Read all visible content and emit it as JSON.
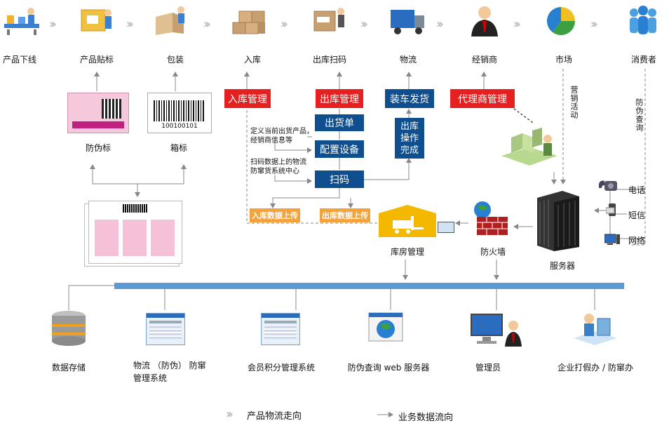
{
  "flow_steps": [
    {
      "label": "产品下线",
      "icon": "assembly-line-icon"
    },
    {
      "label": "产品贴标",
      "icon": "labeling-icon"
    },
    {
      "label": "包装",
      "icon": "packing-icon"
    },
    {
      "label": "入库",
      "icon": "warehouse-boxes-icon"
    },
    {
      "label": "出库扫码",
      "icon": "scan-box-icon"
    },
    {
      "label": "物流",
      "icon": "truck-icon"
    },
    {
      "label": "经销商",
      "icon": "dealer-icon"
    },
    {
      "label": "市场",
      "icon": "pie-chart-icon"
    },
    {
      "label": "消费者",
      "icon": "consumers-icon"
    }
  ],
  "labels": {
    "anti_fake_tag": "防伪标",
    "box_tag": "箱标",
    "barcode_number": "100100101"
  },
  "process": {
    "in_mgmt": "入库管理",
    "out_mgmt": "出库管理",
    "load_ship": "装车发货",
    "agent_mgmt": "代理商管理",
    "shipping_order": "出货单",
    "config_device": "配置设备",
    "scan": "扫码",
    "out_done_1": "出库",
    "out_done_2": "操作",
    "out_done_3": "完成",
    "note1_a": "定义当前出货产品，",
    "note1_b": "经销商信息等",
    "note2_a": "扫码数据上的物流",
    "note2_b": "防窜货系统中心",
    "in_upload": "入库数据上传",
    "out_upload": "出库数据上传",
    "marketing": "营销活动",
    "query": "防伪查询"
  },
  "nodes": {
    "warehouse_mgmt": "库房管理",
    "firewall": "防火墙",
    "server": "服务器"
  },
  "channels": {
    "phone": "电话",
    "sms": "短信",
    "web": "网络"
  },
  "systems": {
    "storage": "数据存储",
    "logistics_1": "物流 （防伪） 防窜",
    "logistics_2": "管理系统",
    "points": "会员积分管理系统",
    "web_server": "防伪查询 web 服务器",
    "admin": "管理员",
    "enterprise": "企业打假办 / 防窜办"
  },
  "legend": {
    "product_flow": "产品物流走向",
    "data_flow": "业务数据流向"
  },
  "colors": {
    "red": "#e62020",
    "blue": "#0f4f8f",
    "orange": "#f4a23c",
    "bus": "#5b9bd5"
  }
}
